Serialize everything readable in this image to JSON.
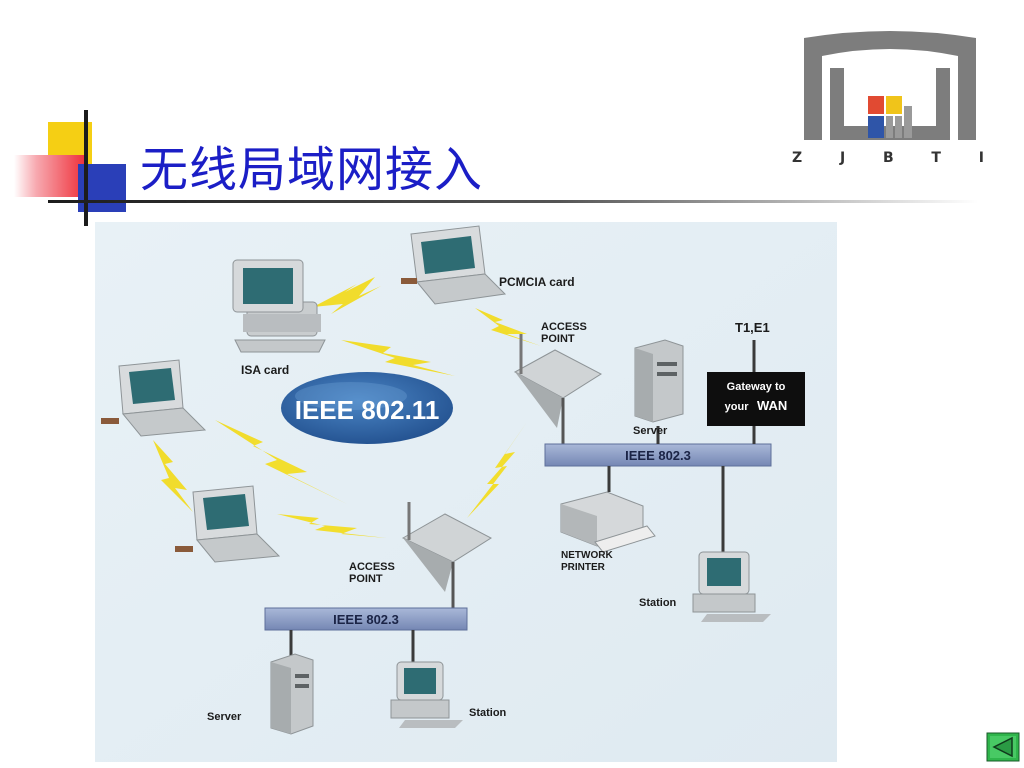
{
  "slide": {
    "title": "无线局域网接入"
  },
  "logo": {
    "letters": [
      "Z",
      "J",
      "B",
      "T",
      "I"
    ]
  },
  "diagram": {
    "labels": {
      "pcmcia": "PCMCIA card",
      "isa": "ISA card",
      "ieee80211": "IEEE 802.11",
      "ap1_line1": "ACCESS",
      "ap1_line2": "POINT",
      "ap2_line1": "ACCESS",
      "ap2_line2": "POINT",
      "t1e1": "T1,E1",
      "gateway_line1": "Gateway to",
      "gateway_line2_a": "your",
      "gateway_line2_b": "WAN",
      "server_top": "Server",
      "bus_top": "IEEE 802.3",
      "bus_bottom": "IEEE 802.3",
      "printer_line1": "NETWORK",
      "printer_line2": "PRINTER",
      "station_right": "Station",
      "server_bottom": "Server",
      "station_bottom": "Station"
    }
  },
  "colors": {
    "title": "#1b1ec6",
    "bus": "#8fa0c6",
    "ellipse": "#2d63a6",
    "lightning": "#f2dc22"
  },
  "nav": {
    "icon": "play-back-icon"
  }
}
